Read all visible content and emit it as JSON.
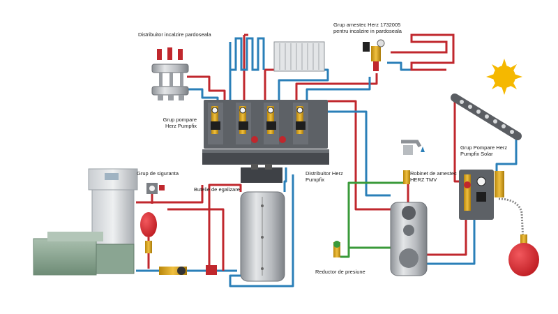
{
  "colors": {
    "hot": "#c0272d",
    "cold": "#2a7fb8",
    "green": "#3a9a3a",
    "steel": "#b9bcc0",
    "dark": "#4a4d52",
    "sun": "#f5b800",
    "vessel": "#d8232a"
  },
  "labels": {
    "floor_distributor": "Distribuitor incalzire pardoseala",
    "mixing_group_l1": "Grup amestec Herz 1732005",
    "mixing_group_l2": "pentru incalzire in pardoseala",
    "pump_group_l1": "Grup pompare",
    "pump_group_l2": "Herz Pumpfix",
    "safety_group": "Grup de siguranta",
    "balance_bottle": "Butelie de egalizare",
    "distributor_l1": "Distribuitor Herz",
    "distributor_l2": "Pumpfix",
    "mixing_valve_l1": "Robinet de amestec",
    "mixing_valve_l2": "HERZ TMV",
    "solar_group_l1": "Grup Pompare Herz",
    "solar_group_l2": "Pumpfix Solar",
    "pressure_reducer": "Reductor de presiune"
  },
  "icons": [
    "sun-icon",
    "faucet-icon",
    "water-drop-icon",
    "expansion-vessel-icon",
    "pump-icon",
    "boiler-icon",
    "storage-tank-icon",
    "solar-collector-icon",
    "radiator-icon",
    "floor-coil-icon"
  ]
}
